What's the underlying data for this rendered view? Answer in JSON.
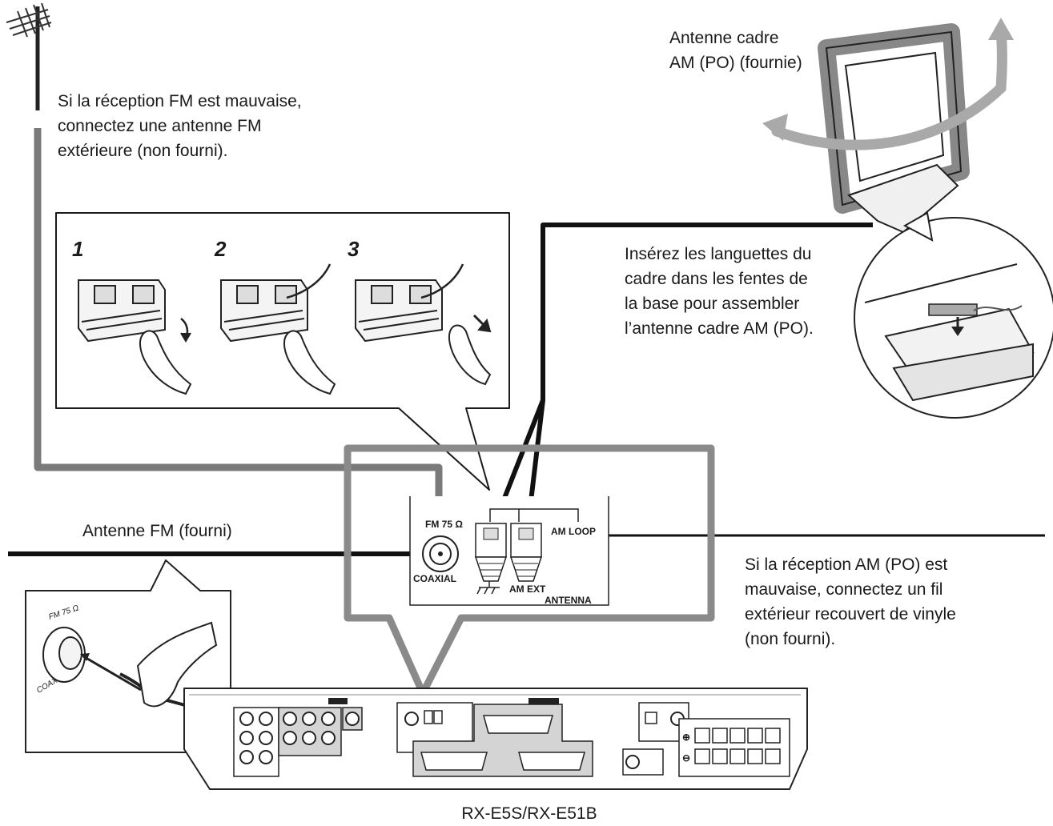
{
  "texts": {
    "fm_outdoor_note": [
      "Si la réception FM est mauvaise,",
      "connectez une antenne FM",
      "extérieure (non fourni)."
    ],
    "am_loop_title": [
      "Antenne cadre",
      "AM (PO) (fournie)"
    ],
    "am_assembly_note": [
      "Insérez les languettes du",
      "cadre dans les fentes de",
      "la base pour assembler",
      "l’antenne cadre AM (PO)."
    ],
    "fm_antenna_label": "Antenne FM (fourni)",
    "am_wire_note": [
      "Si la réception AM (PO) est",
      "mauvaise, connectez un fil",
      "extérieur recouvert de vinyle",
      "(non fourni)."
    ],
    "model": "RX-E5S/RX-E51B"
  },
  "steps": [
    "1",
    "2",
    "3"
  ],
  "panel_labels": {
    "fm": "FM 75 Ω",
    "coaxial": "COAXIAL",
    "am_loop": "AM LOOP",
    "am_ext": "AM EXT",
    "antenna": "ANTENNA"
  },
  "inset_labels": {
    "fm": "FM 75 Ω",
    "coaxial": "COAXIAL"
  },
  "colors": {
    "cable": "#111111",
    "callout_gray": "#8a8a8a",
    "arrow_gray": "#a9a9a9",
    "panel_gray": "#d4d4d4"
  }
}
